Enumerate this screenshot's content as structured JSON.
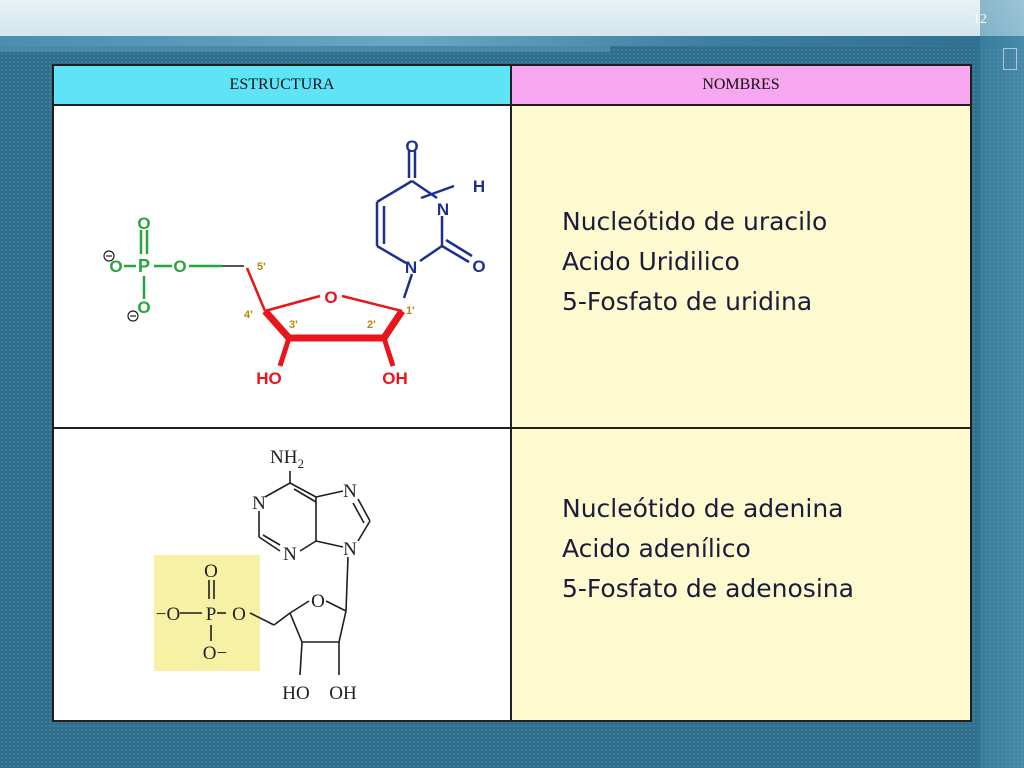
{
  "slide": {
    "number": "12"
  },
  "table": {
    "headers": {
      "structure": "ESTRUCTURA",
      "names": "NOMBRES"
    },
    "rows": [
      {
        "names": [
          "Nucleótido de uracilo",
          "Acido Uridilico",
          "5-Fosfato de uridina"
        ],
        "structure": {
          "atoms": {
            "o_top": "O",
            "n_h": "N",
            "h": "H",
            "o_right": "O",
            "n_bottom": "N",
            "o_ring": "O",
            "p": "P",
            "o1": "O",
            "o2": "O",
            "o3": "O",
            "o4": "O",
            "ho": "HO",
            "oh": "OH"
          },
          "carbons": {
            "c5": "5'",
            "c4": "4'",
            "c3": "3'",
            "c2": "2'",
            "c1": "1'"
          }
        }
      },
      {
        "names": [
          "Nucleótido de adenina",
          "Acido adenílico",
          "5-Fosfato de adenosina"
        ],
        "structure": {
          "atoms": {
            "nh2": "NH",
            "nh2_sub": "2",
            "n1": "N",
            "n3": "N",
            "n7": "N",
            "n9": "N",
            "o_ring": "O",
            "o_link": "O",
            "p": "P",
            "o_top": "O",
            "o_left": "−O",
            "o_bottom": "O−",
            "ho": "HO",
            "oh": "OH"
          }
        }
      }
    ]
  },
  "colors": {
    "background": "#2e6f8e",
    "header_structure": "#5ee3f7",
    "header_names": "#f7a6f0",
    "names_cell": "#fdfacf",
    "phosphate_highlight": "#f6f1a4",
    "molecule_green": "#27a53a",
    "molecule_red": "#e8151b",
    "molecule_blue": "#1d2f8f"
  }
}
